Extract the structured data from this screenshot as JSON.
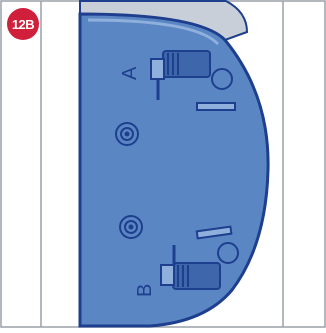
{
  "panel": {
    "step_label": "12B",
    "label_color": "#d01f3a"
  },
  "diagram": {
    "switch_a_label": "A",
    "switch_b_label": "B",
    "colors": {
      "body_fill": "#5b86c4",
      "outline": "#1e3f8e",
      "highlight": "#8fb0dc",
      "top_shell": "#c9cfd8",
      "grid_line": "#9aa0a8"
    }
  }
}
